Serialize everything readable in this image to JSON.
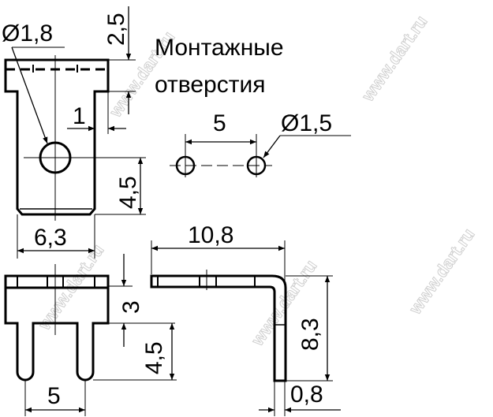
{
  "title_lines": [
    "Монтажные",
    "отверстия"
  ],
  "dimensions": {
    "top_hole_diameter": "Ø1,8",
    "top_head_height": "2,5",
    "top_slot_width": "1",
    "top_hole_offset": "4,5",
    "top_width": "6,3",
    "mount_pitch": "5",
    "mount_hole_diameter": "Ø1,5",
    "front_body_height": "3",
    "front_pin_length": "4,5",
    "front_pin_pitch": "5",
    "side_length": "10,8",
    "side_height": "8,3",
    "side_thickness": "0,8"
  },
  "watermark": "www.dart.ru"
}
